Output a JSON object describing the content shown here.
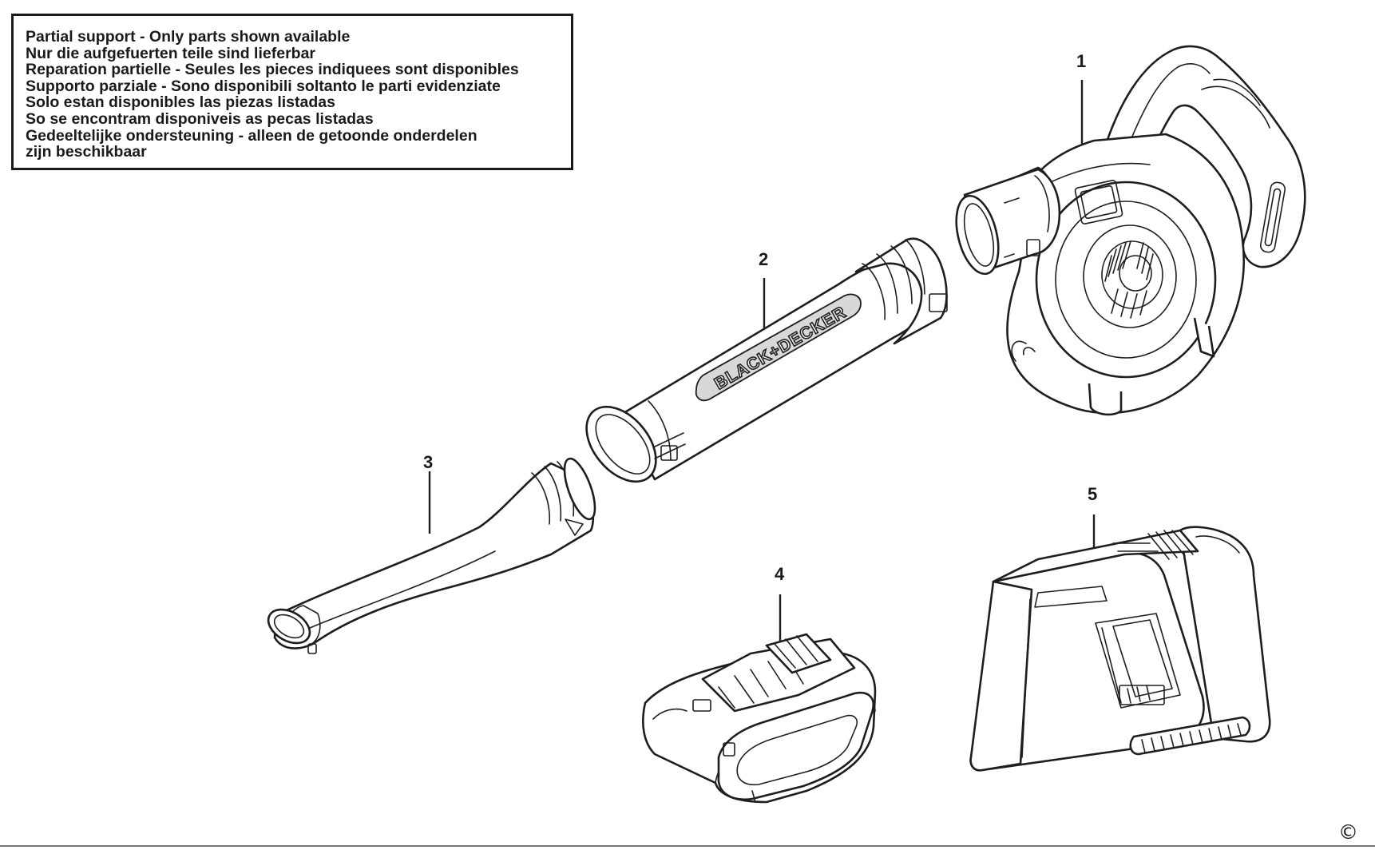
{
  "notice": {
    "lines": [
      "Partial support - Only parts shown available",
      "Nur die aufgefuerten teile sind lieferbar",
      "Reparation partielle - Seules les pieces indiquees sont disponibles",
      "Supporto parziale - Sono disponibili soltanto le parti evidenziate",
      "Solo estan disponibles las piezas listadas",
      "So se encontram disponiveis as pecas listadas",
      "Gedeeltelijke ondersteuning - alleen de getoonde onderdelen",
      "zijn beschikbaar"
    ]
  },
  "parts": [
    {
      "number": "1",
      "icon": "blower-body-icon"
    },
    {
      "number": "2",
      "icon": "blower-tube-icon"
    },
    {
      "number": "3",
      "icon": "nozzle-icon"
    },
    {
      "number": "4",
      "icon": "battery-pack-icon"
    },
    {
      "number": "5",
      "icon": "charger-icon"
    }
  ],
  "brand_text": "BLACK+DECKER",
  "copyright_symbol": "©"
}
